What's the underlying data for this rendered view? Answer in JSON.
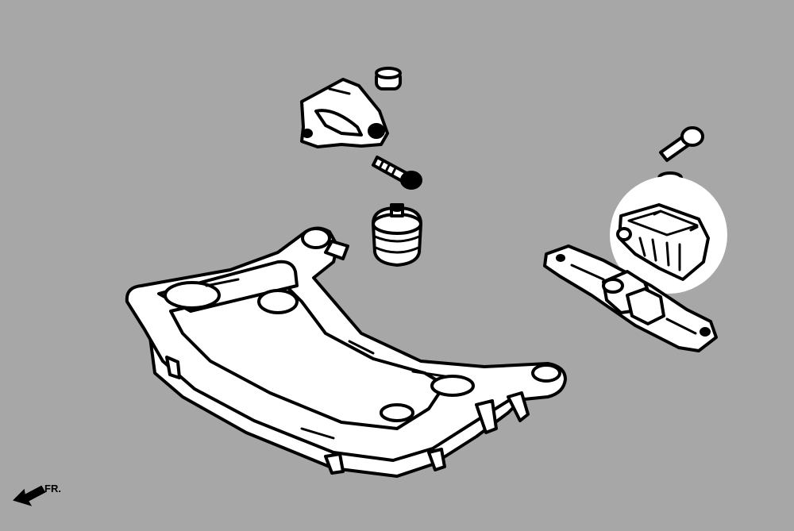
{
  "diagram": {
    "background_color": "#a7a7a7",
    "line_color": "#000000",
    "fill_color": "#ffffff",
    "highlight_color": "#ffffff",
    "direction_indicator": {
      "label": "FR.",
      "icon": "arrow-left-icon"
    },
    "parts": [
      "front-subframe",
      "engine-mount-bracket",
      "engine-mount-bushing",
      "engine-mount-bolt",
      "engine-mount-nut",
      "transmission-crossmember",
      "transmission-mount-insulator",
      "transmission-mount-bolt",
      "transmission-mount-nut"
    ]
  }
}
